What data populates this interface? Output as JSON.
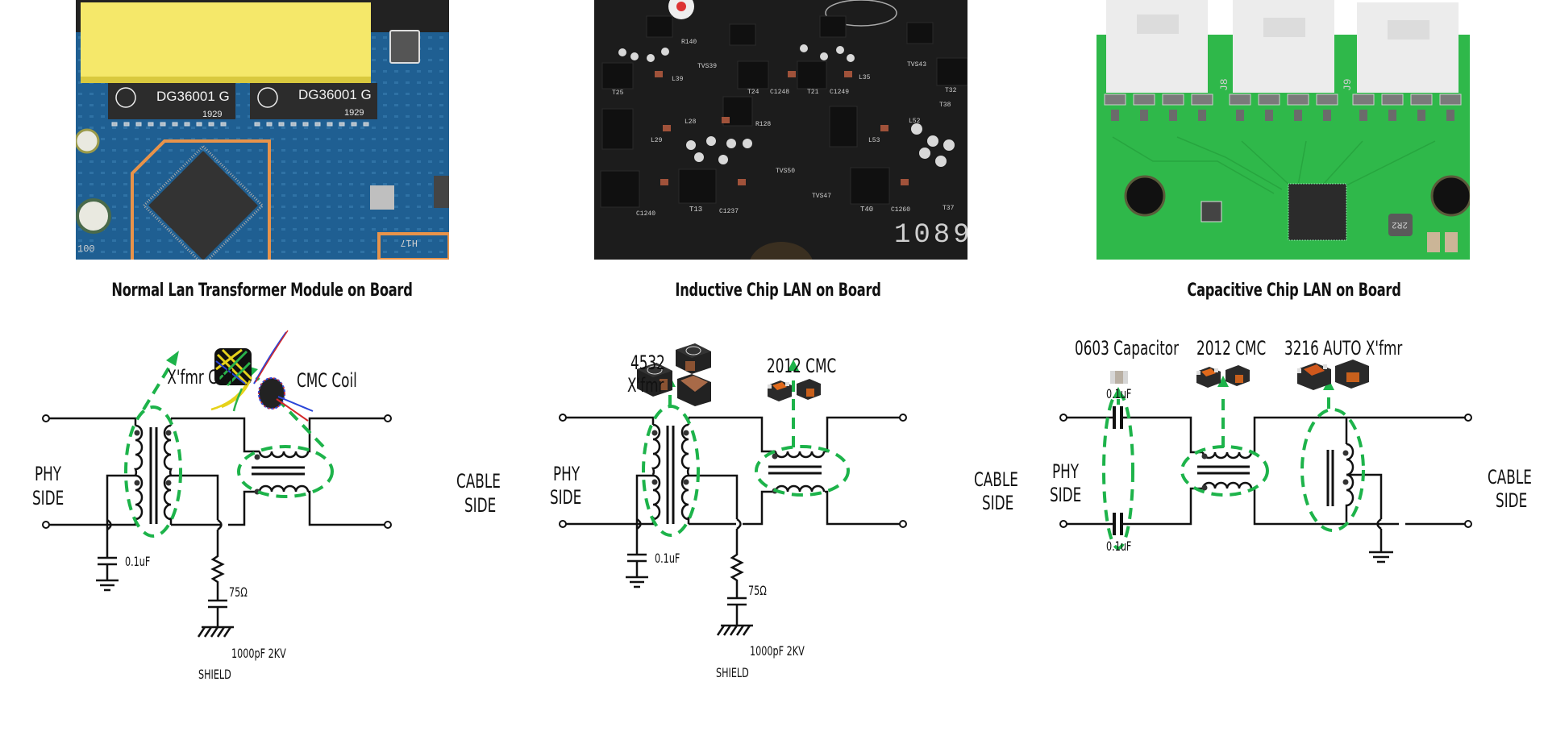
{
  "colors": {
    "highlight_dash": "#1db34a",
    "wire": "#111111",
    "pcb_blue": "#1d5b8c",
    "pcb_black": "#1b1b1b",
    "pcb_green": "#2fb84a",
    "module_yellow": "#f5e86a"
  },
  "photos": [
    {
      "caption": "Normal Lan Transformer Module on Board",
      "chip_markings": [
        "DG36001 G",
        "DG36001 G"
      ],
      "date_codes": [
        "1929",
        "1929"
      ],
      "silkscreen": [
        "H17",
        "100"
      ]
    },
    {
      "caption": "Inductive Chip LAN on Board",
      "silkscreen": [
        "T25",
        "T24",
        "T21",
        "T32",
        "T13",
        "T40",
        "T37",
        "T38",
        "L39",
        "L35",
        "L29",
        "L28",
        "L52",
        "L53",
        "C1240",
        "C1237",
        "C1260",
        "C1248",
        "C1249",
        "R140",
        "R128",
        "TVS39",
        "TVS43",
        "TVS50",
        "TVS47"
      ],
      "board_number": "1089"
    },
    {
      "caption": "Capacitive Chip LAN on Board",
      "silkscreen": [
        "J8",
        "J9",
        "2R2"
      ]
    }
  ],
  "panels": [
    {
      "title": "Normal Lan Transformer Module on Board",
      "left_label": [
        "PHY",
        "SIDE"
      ],
      "right_label": [
        "CABLE",
        "SIDE"
      ],
      "parts": [
        {
          "name": "X'fmr Coil",
          "icon": "toroid-transformer-coil-icon"
        },
        {
          "name": "CMC Coil",
          "icon": "toroid-cmc-coil-icon"
        }
      ],
      "values": {
        "cap": "0.1uF",
        "resistor": "75Ω",
        "hv_cap": "1000pF 2KV",
        "shield": "SHIELD"
      }
    },
    {
      "title": "Inductive Chip LAN on Board",
      "left_label": [
        "PHY",
        "SIDE"
      ],
      "right_label": [
        "CABLE",
        "SIDE"
      ],
      "parts": [
        {
          "name": "4532",
          "name2": "X'fmr",
          "icon": "chip-transformer-icon"
        },
        {
          "name": "2012 CMC",
          "icon": "chip-cmc-icon"
        }
      ],
      "values": {
        "cap": "0.1uF",
        "resistor": "75Ω",
        "hv_cap": "1000pF 2KV",
        "shield": "SHIELD"
      }
    },
    {
      "title": "Capacitive Chip LAN on Board",
      "left_label": [
        "PHY",
        "SIDE"
      ],
      "right_label": [
        "CABLE",
        "SIDE"
      ],
      "parts": [
        {
          "name": "0603 Capacitor",
          "icon": "chip-capacitor-icon"
        },
        {
          "name": "2012 CMC",
          "icon": "chip-cmc-icon"
        },
        {
          "name": "3216 AUTO X'fmr",
          "icon": "chip-auto-transformer-icon"
        }
      ],
      "values": {
        "cap_top": "0.1uF",
        "cap_bottom": "0.1uF"
      }
    }
  ]
}
